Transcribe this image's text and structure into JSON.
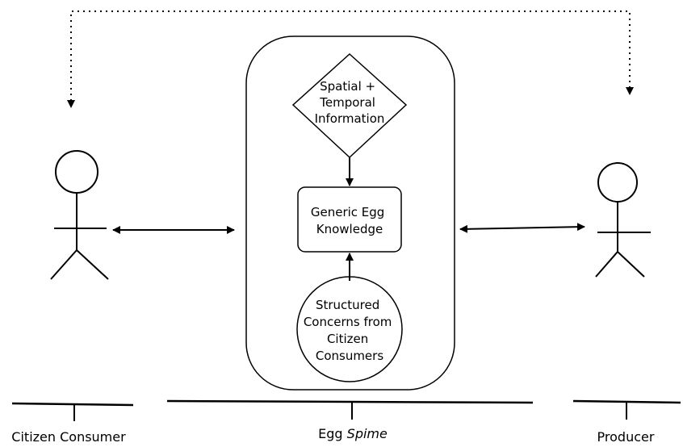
{
  "diagram": {
    "nodes": {
      "spatial_temporal": {
        "lines": [
          "Spatial +",
          "Temporal",
          "Information"
        ]
      },
      "generic_knowledge": {
        "lines": [
          "Generic Egg",
          "Knowledge"
        ]
      },
      "structured_concerns": {
        "lines": [
          "Structured",
          "Concerns from",
          "Citizen",
          "Consumers"
        ]
      }
    },
    "actors": {
      "citizen_consumer": {
        "label": "Citizen Consumer"
      },
      "producer": {
        "label": "Producer"
      }
    },
    "system": {
      "label_prefix": "Egg ",
      "label_emphasis": "Spime"
    },
    "colors": {
      "stroke": "#000000",
      "background": "#ffffff"
    }
  }
}
